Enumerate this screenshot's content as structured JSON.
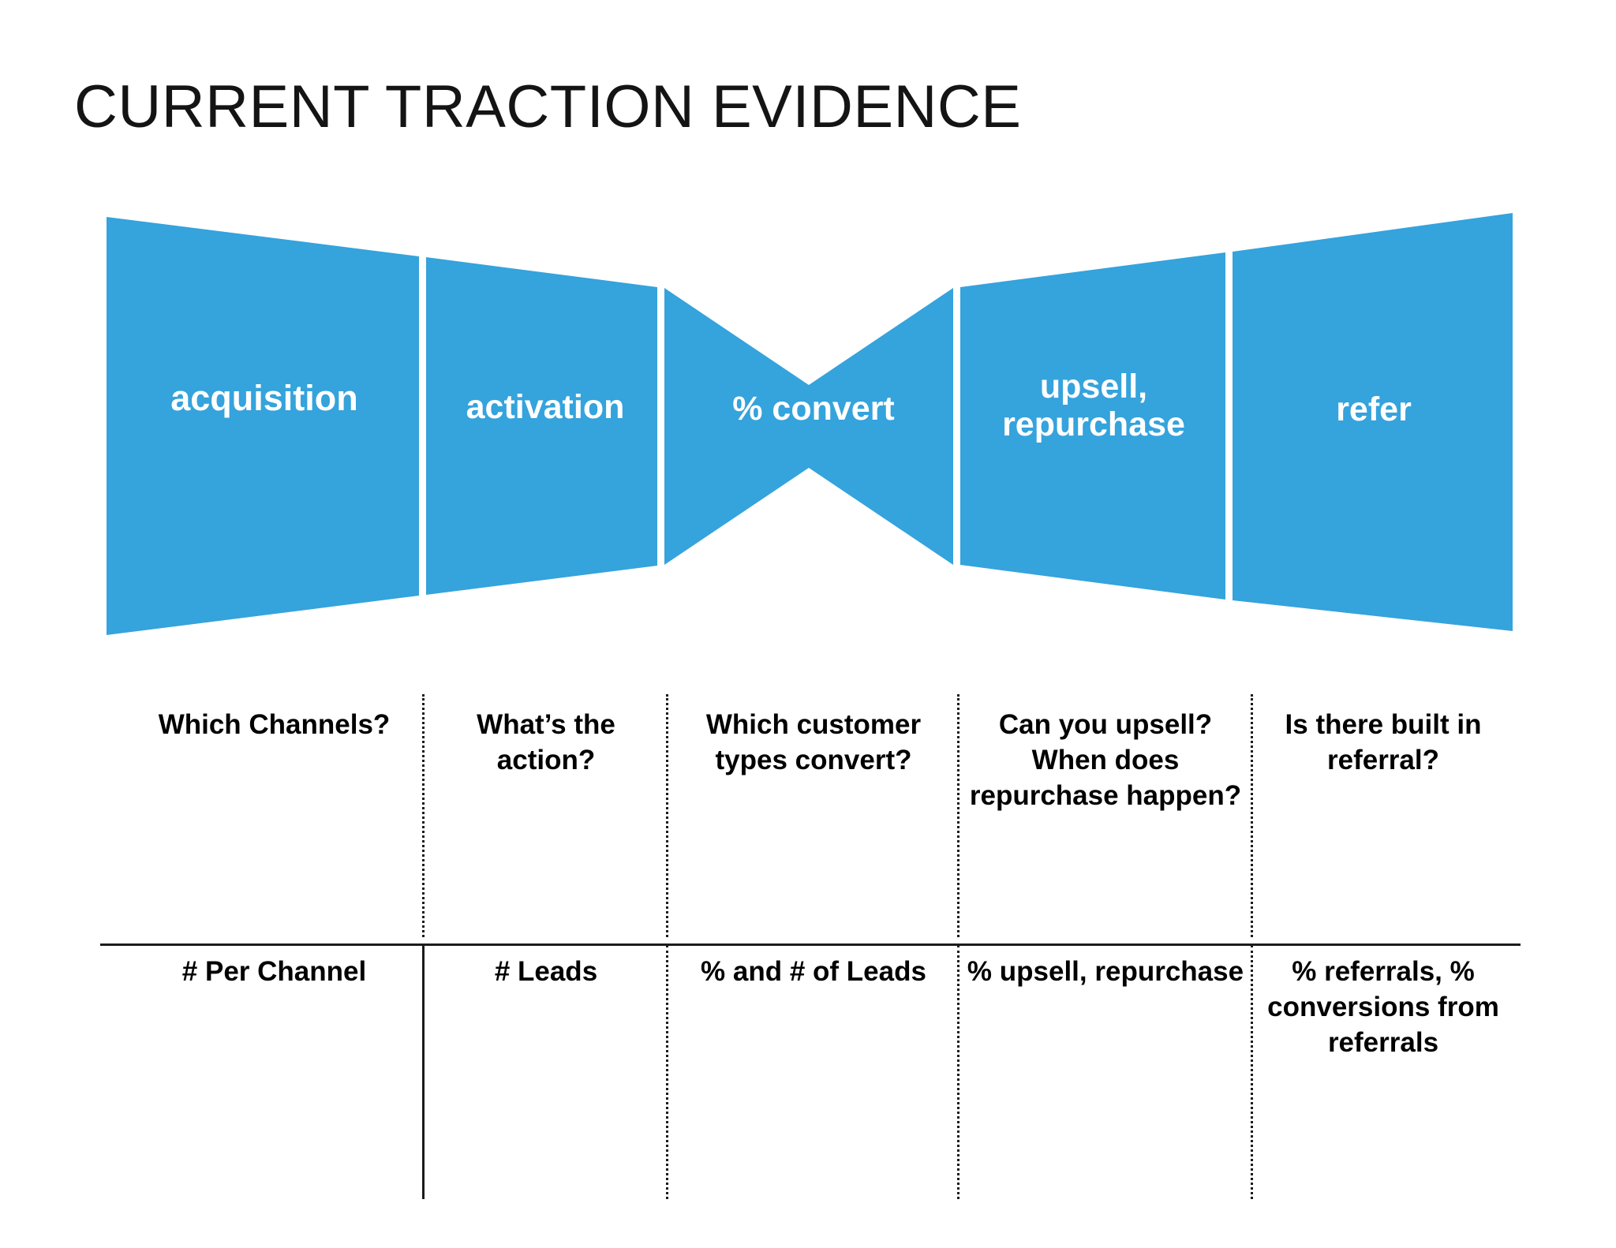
{
  "slide": {
    "title": "CURRENT TRACTION EVIDENCE",
    "background_color": "#ffffff",
    "accent_color": "#35a3dc",
    "text_color": "#141414"
  },
  "funnel": {
    "shape": "bowtie",
    "fill_color": "#35a3dc",
    "label_color": "#ffffff",
    "stages": [
      {
        "id": "acquisition",
        "label": "acquisition"
      },
      {
        "id": "activation",
        "label": "activation"
      },
      {
        "id": "convert",
        "label": "% convert"
      },
      {
        "id": "upsell",
        "label": "upsell,\nrepurchase"
      },
      {
        "id": "refer",
        "label": "refer"
      }
    ]
  },
  "matrix": {
    "divider_style": "dotted",
    "columns": [
      {
        "stage": "acquisition",
        "question": "Which Channels?",
        "metric": "# Per Channel"
      },
      {
        "stage": "activation",
        "question": "What’s the action?",
        "metric": "# Leads"
      },
      {
        "stage": "convert",
        "question": "Which customer types convert?",
        "metric": "% and # of Leads"
      },
      {
        "stage": "upsell",
        "question": "Can you upsell? When does repurchase happen?",
        "metric": "% upsell, repurchase"
      },
      {
        "stage": "refer",
        "question": "Is there built in referral?",
        "metric": "% referrals,  % conversions from referrals"
      }
    ]
  }
}
